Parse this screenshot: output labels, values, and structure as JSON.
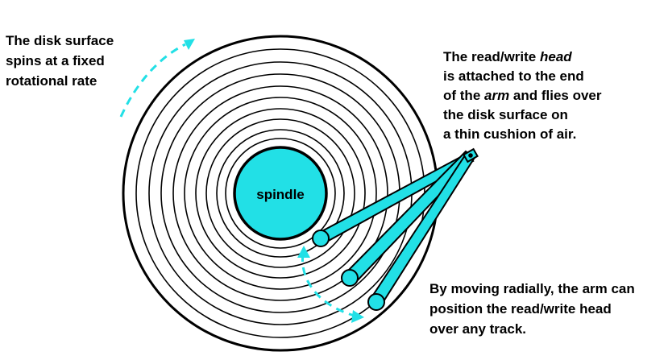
{
  "spindle": {
    "label": "spindle"
  },
  "captions": {
    "spin": {
      "lines": [
        "The disk surface",
        "spins at a fixed",
        "rotational rate"
      ]
    },
    "head": {
      "line1_pre": "The read/write ",
      "line1_em": "head",
      "line2": "is attached to the end",
      "line3_pre": "of the ",
      "line3_em": "arm",
      "line3_post": " and flies over",
      "line4": "the disk surface on",
      "line5": "a thin cushion of air."
    },
    "radial": {
      "lines": [
        "By moving radially, the arm can",
        "position the read/write head",
        "over any track."
      ]
    }
  },
  "colors": {
    "accent": "#22e0e6",
    "outline": "#000000",
    "background": "#ffffff"
  }
}
